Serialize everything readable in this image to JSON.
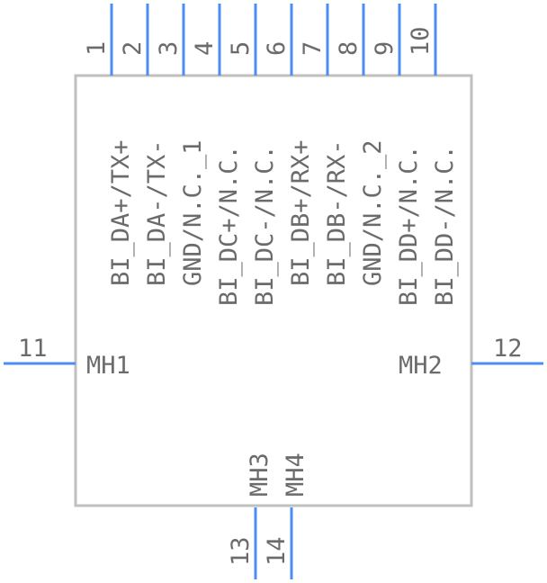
{
  "top_pins": [
    {
      "number": "1",
      "name": "BI_DA+/TX+"
    },
    {
      "number": "2",
      "name": "BI_DA-/TX-"
    },
    {
      "number": "3",
      "name": "GND/N.C._1"
    },
    {
      "number": "4",
      "name": "BI_DC+/N.C."
    },
    {
      "number": "5",
      "name": "BI_DC-/N.C."
    },
    {
      "number": "6",
      "name": "BI_DB+/RX+"
    },
    {
      "number": "7",
      "name": "BI_DB-/RX-"
    },
    {
      "number": "8",
      "name": "GND/N.C._2"
    },
    {
      "number": "9",
      "name": "BI_DD+/N.C."
    },
    {
      "number": "10",
      "name": "BI_DD-/N.C."
    }
  ],
  "left_pin": {
    "number": "11",
    "name": "MH1"
  },
  "right_pin": {
    "number": "12",
    "name": "MH2"
  },
  "bottom_pins": [
    {
      "number": "13",
      "name": "MH3"
    },
    {
      "number": "14",
      "name": "MH4"
    }
  ],
  "colors": {
    "pin": "#4c8ef4",
    "body": "#c0c0c0",
    "text": "#6b6b6b"
  }
}
